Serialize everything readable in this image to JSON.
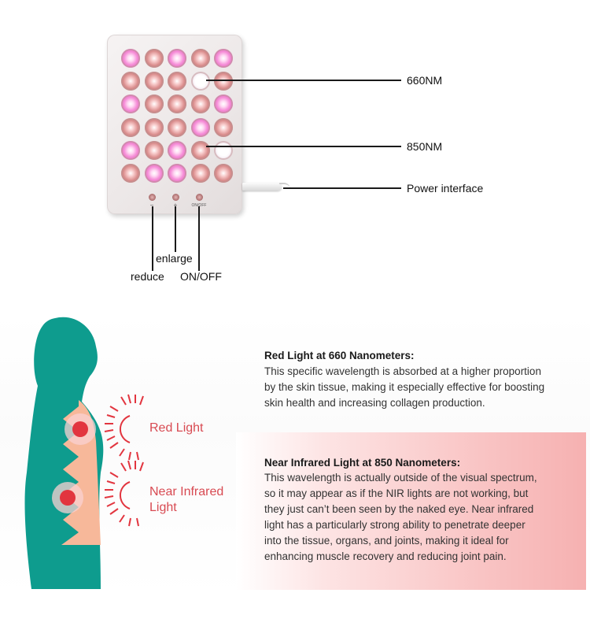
{
  "device": {
    "led_rows": [
      [
        "p",
        "r",
        "p",
        "r",
        "p"
      ],
      [
        "r",
        "r",
        "r",
        "w",
        "r"
      ],
      [
        "p",
        "r",
        "r",
        "r",
        "p"
      ],
      [
        "r",
        "r",
        "r",
        "p",
        "r"
      ],
      [
        "p",
        "r",
        "p",
        "r",
        "w"
      ],
      [
        "r",
        "p",
        "p",
        "r",
        "r"
      ]
    ],
    "button_symbols": {
      "minus": "−",
      "plus": "+",
      "onoff": "ON/OFF"
    }
  },
  "callouts": {
    "red": "660NM",
    "nir": "850NM",
    "power": "Power interface",
    "enlarge": "enlarge",
    "reduce": "reduce",
    "onoff": "ON/OFF"
  },
  "body_diagram": {
    "red_label": "Red Light",
    "nir_label_line1": "Near Infrared",
    "nir_label_line2": "Light"
  },
  "info": {
    "red_heading": "Red Light at 660 Nanometers:",
    "red_lines": [
      "This specific wavelength is absorbed at a higher proportion",
      "by the skin tissue, making it especially effective for boosting",
      "skin health and increasing collagen production."
    ],
    "nir_heading": "Near Infrared Light at 850 Nanometers:",
    "nir_lines": [
      "This wavelength is actually outside of the visual spectrum,",
      "so it may appear as if the NIR lights are not working, but",
      "they just can’t been seen by the naked eye. Near infrared",
      "light has a particularly strong ability to penetrate deeper",
      "into the tissue, organs, and joints, making it ideal for",
      "enhancing muscle recovery and reducing joint pain."
    ]
  },
  "colors": {
    "teal": "#0e9c8e",
    "skin": "#f7b89a",
    "accent_red": "#e2353f",
    "label_red": "#d84a52"
  }
}
